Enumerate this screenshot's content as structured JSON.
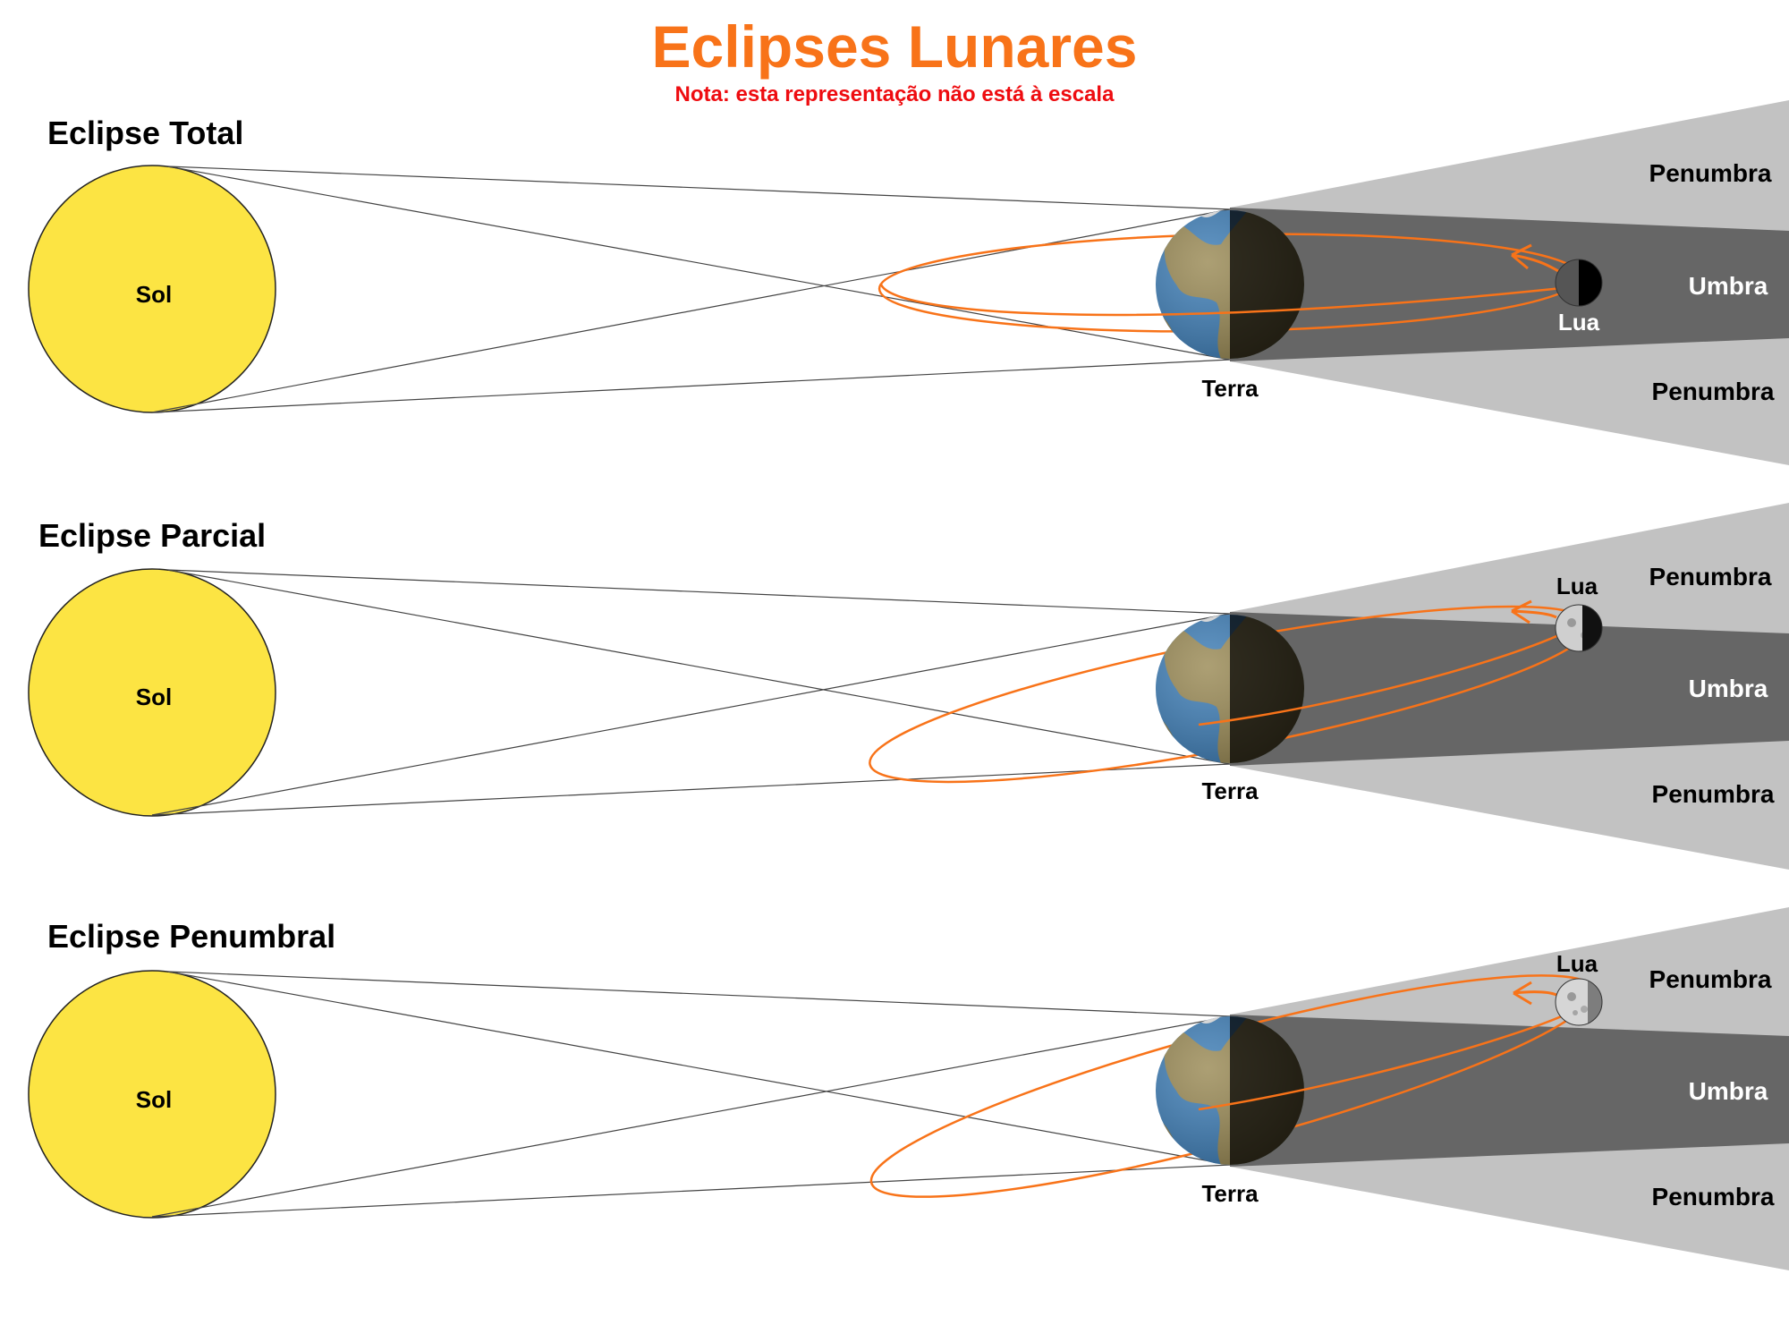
{
  "title": "Eclipses Lunares",
  "note": "Nota: esta representação não está à escala",
  "colors": {
    "title": "#f87319",
    "note": "#ee0c10",
    "sun": "#fce443",
    "penumbra": "#c2c2c2",
    "umbra": "#666666",
    "orbit": "#f87319",
    "earth_ocean": "#3f7fb8",
    "earth_land": "#9a8a55",
    "moon": "#bfbfbf"
  },
  "labels": {
    "sun": "Sol",
    "earth": "Terra",
    "moon": "Lua",
    "penumbra": "Penumbra",
    "umbra": "Umbra"
  },
  "sections": [
    {
      "id": "total",
      "title": "Eclipse Total",
      "moon_zone": "umbra"
    },
    {
      "id": "parcial",
      "title": "Eclipse Parcial",
      "moon_zone": "umbra-edge"
    },
    {
      "id": "penumbral",
      "title": "Eclipse Penumbral",
      "moon_zone": "penumbra"
    }
  ]
}
